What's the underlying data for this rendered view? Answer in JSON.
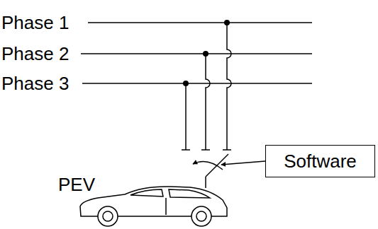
{
  "diagram": {
    "nodes": [
      {
        "text": [
          "Software"
        ]
      }
    ],
    "labels": [
      "Phase 1",
      "Phase 2",
      "Phase 3",
      "PEV"
    ]
  }
}
